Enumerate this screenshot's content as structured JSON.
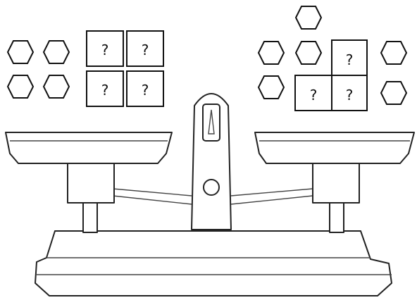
{
  "diagram": {
    "type": "balance-scale-puzzle",
    "unknown_symbol": "?",
    "left_pan": {
      "hexagons": 4,
      "unknown_boxes": 4
    },
    "right_pan": {
      "hexagons": 6,
      "unknown_boxes": 3
    },
    "colors": {
      "stroke": "#111111",
      "fill": "#ffffff"
    }
  }
}
